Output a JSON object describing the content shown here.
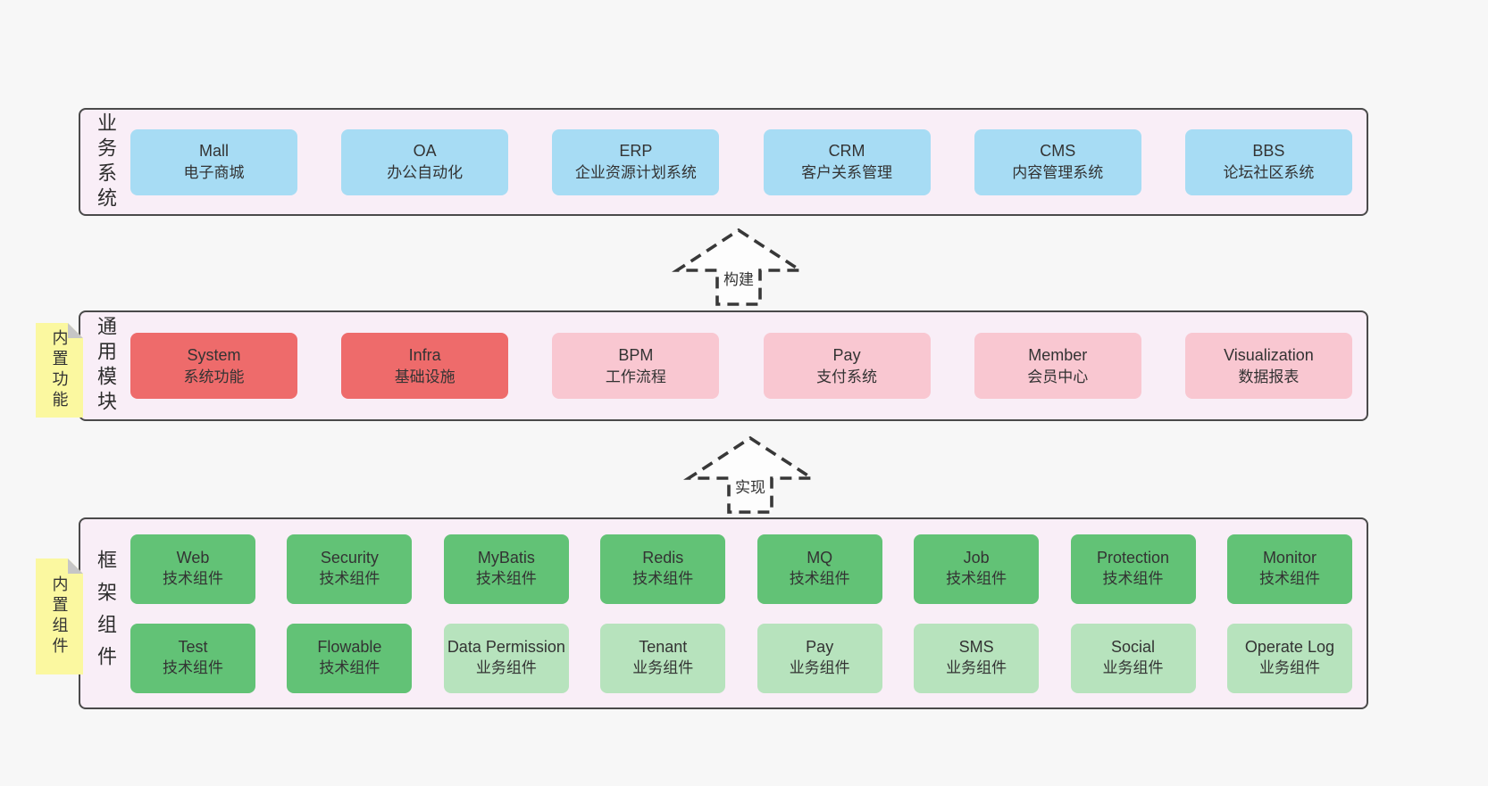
{
  "colors": {
    "page_bg": "#f7f7f7",
    "band_bg": "#f9eef7",
    "band_border": "#4a4a4a",
    "box_blue": "#a7dcf4",
    "box_red": "#ee6b6b",
    "box_pink": "#f9c7d1",
    "box_green": "#62c276",
    "box_light_green": "#b7e3bd",
    "sticky_yellow": "#fbf8a0",
    "sticky_fold": "#c6c6c6",
    "text": "#333333"
  },
  "arrows": [
    {
      "label": "构建"
    },
    {
      "label": "实现"
    }
  ],
  "bands": [
    {
      "id": "business-systems",
      "label": "业务系统",
      "rows": [
        [
          {
            "name": "Mall",
            "desc": "电子商城",
            "type": "blue"
          },
          {
            "name": "OA",
            "desc": "办公自动化",
            "type": "blue"
          },
          {
            "name": "ERP",
            "desc": "企业资源计划系统",
            "type": "blue"
          },
          {
            "name": "CRM",
            "desc": "客户关系管理",
            "type": "blue"
          },
          {
            "name": "CMS",
            "desc": "内容管理系统",
            "type": "blue"
          },
          {
            "name": "BBS",
            "desc": "论坛社区系统",
            "type": "blue"
          }
        ]
      ]
    },
    {
      "id": "common-modules",
      "label": "通用模块",
      "sticky": "内置功能",
      "rows": [
        [
          {
            "name": "System",
            "desc": "系统功能",
            "type": "red"
          },
          {
            "name": "Infra",
            "desc": "基础设施",
            "type": "red"
          },
          {
            "name": "BPM",
            "desc": "工作流程",
            "type": "pink"
          },
          {
            "name": "Pay",
            "desc": "支付系统",
            "type": "pink"
          },
          {
            "name": "Member",
            "desc": "会员中心",
            "type": "pink"
          },
          {
            "name": "Visualization",
            "desc": "数据报表",
            "type": "pink"
          }
        ]
      ]
    },
    {
      "id": "framework-components",
      "label": "框架组件",
      "sticky": "内置组件",
      "rows": [
        [
          {
            "name": "Web",
            "desc": "技术组件",
            "type": "green"
          },
          {
            "name": "Security",
            "desc": "技术组件",
            "type": "green"
          },
          {
            "name": "MyBatis",
            "desc": "技术组件",
            "type": "green"
          },
          {
            "name": "Redis",
            "desc": "技术组件",
            "type": "green"
          },
          {
            "name": "MQ",
            "desc": "技术组件",
            "type": "green"
          },
          {
            "name": "Job",
            "desc": "技术组件",
            "type": "green"
          },
          {
            "name": "Protection",
            "desc": "技术组件",
            "type": "green"
          },
          {
            "name": "Monitor",
            "desc": "技术组件",
            "type": "green"
          }
        ],
        [
          {
            "name": "Test",
            "desc": "技术组件",
            "type": "green"
          },
          {
            "name": "Flowable",
            "desc": "技术组件",
            "type": "green"
          },
          {
            "name": "Data Permission",
            "desc": "业务组件",
            "type": "lightgreen"
          },
          {
            "name": "Tenant",
            "desc": "业务组件",
            "type": "lightgreen"
          },
          {
            "name": "Pay",
            "desc": "业务组件",
            "type": "lightgreen"
          },
          {
            "name": "SMS",
            "desc": "业务组件",
            "type": "lightgreen"
          },
          {
            "name": "Social",
            "desc": "业务组件",
            "type": "lightgreen"
          },
          {
            "name": "Operate Log",
            "desc": "业务组件",
            "type": "lightgreen"
          }
        ]
      ]
    }
  ]
}
